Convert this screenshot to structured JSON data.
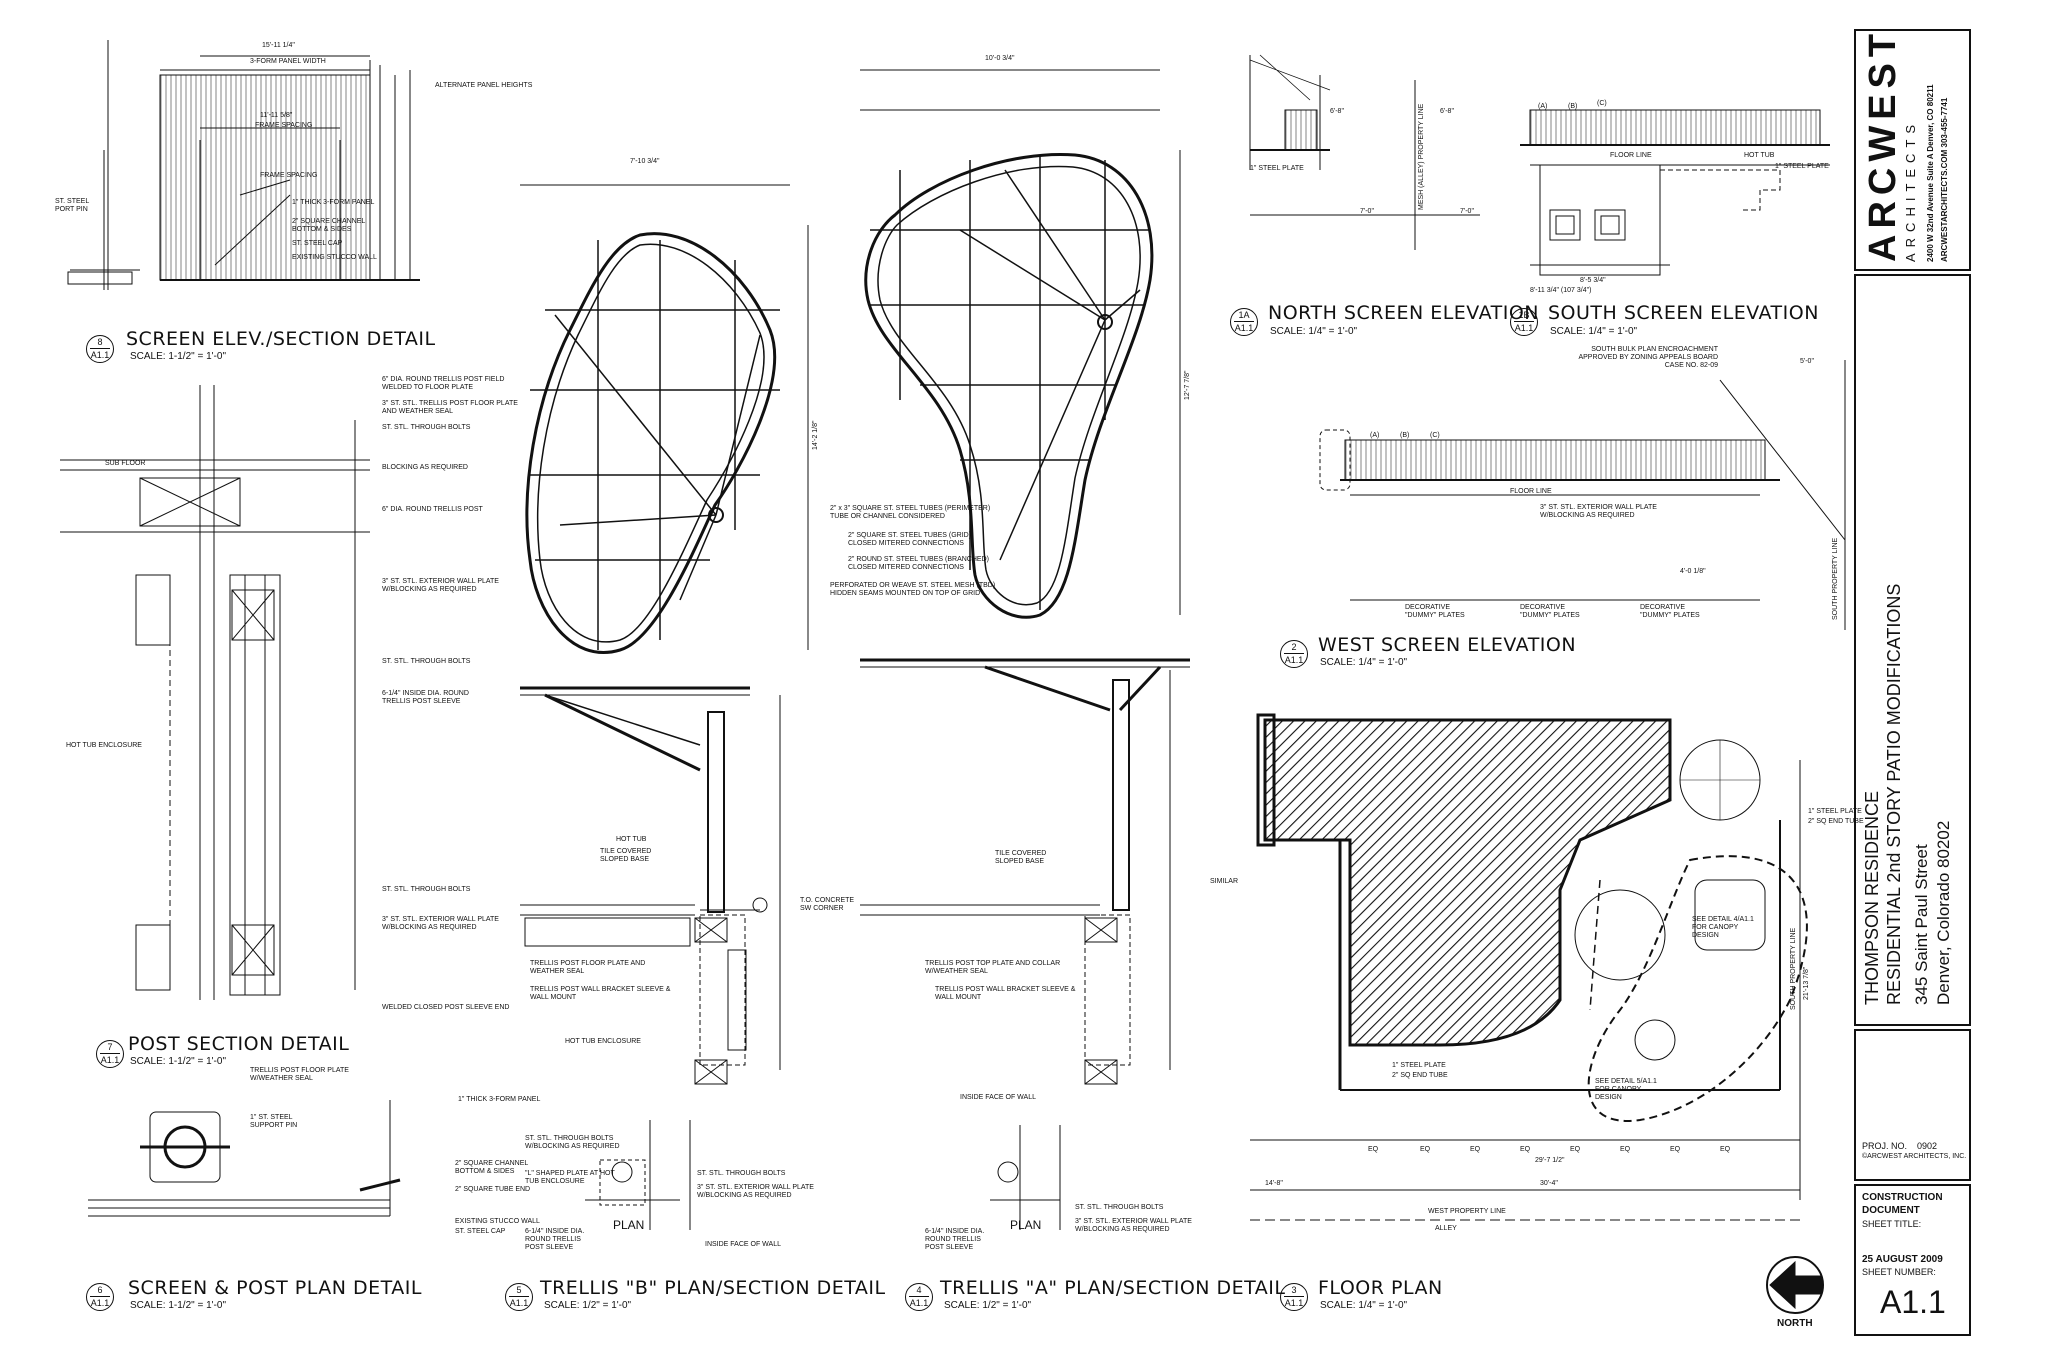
{
  "titleblock": {
    "firm_name": "ARCWEST",
    "firm_sub": "ARCHITECTS",
    "firm_address": "2400 W 32nd Avenue   Suite A   Denver, CO 80211",
    "firm_web": "ARCWESTARCHITECTS.COM   303-455-7741",
    "project_name": "THOMPSON RESIDENCE",
    "project_desc": "RESIDENTIAL 2nd STORY PATIO MODIFICATIONS",
    "address_1": "345 Saint Paul Street",
    "address_2": "Denver, Colorado 80202",
    "proj_no_label": "PROJ. NO.",
    "proj_no": "0902",
    "copyright": "©ARCWEST ARCHITECTS, INC.",
    "doc_type_1": "CONSTRUCTION",
    "doc_type_2": "DOCUMENT",
    "sheet_title_label": "SHEET TITLE:",
    "date": "25 AUGUST 2009",
    "sheet_number_label": "SHEET NUMBER:",
    "sheet_number": "A1.1",
    "north": "NORTH"
  },
  "details": [
    {
      "num": "8",
      "sheet": "A1.1",
      "title": "SCREEN ELEV./SECTION DETAIL",
      "scale": "SCALE:  1-1/2\" = 1'-0\""
    },
    {
      "num": "7",
      "sheet": "A1.1",
      "title": "POST SECTION DETAIL",
      "scale": "SCALE:  1-1/2\" = 1'-0\""
    },
    {
      "num": "6",
      "sheet": "A1.1",
      "title": "SCREEN & POST PLAN DETAIL",
      "scale": "SCALE:  1-1/2\" = 1'-0\""
    },
    {
      "num": "5",
      "sheet": "A1.1",
      "title": "TRELLIS \"B\" PLAN/SECTION DETAIL",
      "scale": "SCALE:  1/2\" = 1'-0\""
    },
    {
      "num": "4",
      "sheet": "A1.1",
      "title": "TRELLIS \"A\" PLAN/SECTION DETAIL",
      "scale": "SCALE:  1/2\" = 1'-0\""
    },
    {
      "num": "1A",
      "sheet": "A1.1",
      "title": "NORTH SCREEN ELEVATION",
      "scale": "SCALE:  1/4\" = 1'-0\""
    },
    {
      "num": "1B",
      "sheet": "A1.1",
      "title": "SOUTH SCREEN ELEVATION",
      "scale": "SCALE:  1/4\" = 1'-0\""
    },
    {
      "num": "2",
      "sheet": "A1.1",
      "title": "WEST SCREEN ELEVATION",
      "scale": "SCALE:  1/4\" = 1'-0\""
    },
    {
      "num": "3",
      "sheet": "A1.1",
      "title": "FLOOR PLAN",
      "scale": "SCALE:  1/4\" = 1'-0\""
    }
  ],
  "notes": {
    "screen_elev": [
      "3-FORM PANEL WIDTH",
      "ALTERNATE PANEL HEIGHTS",
      "FRAME SPACING",
      "FRAME SPACING",
      "1\" THICK 3-FORM PANEL",
      "2\" SQUARE CHANNEL BOTTOM & SIDES",
      "ST. STEEL CAP",
      "EXISTING STUCCO WALL",
      "ST. STEEL PORT PIN"
    ],
    "post_section": [
      "6\" DIA. ROUND TRELLIS POST FIELD WELDED TO FLOOR PLATE",
      "3\" ST. STL. TRELLIS POST FLOOR PLATE AND WEATHER SEAL",
      "ST. STL. THROUGH BOLTS",
      "SUB FLOOR",
      "BLOCKING AS REQUIRED",
      "6\" DIA. ROUND TRELLIS POST",
      "3\" ST. STL. EXTERIOR WALL PLATE W/BLOCKING AS REQUIRED",
      "ST. STL. THROUGH BOLTS",
      "6-1/4\" INSIDE DIA. ROUND TRELLIS POST SLEEVE",
      "HOT TUB ENCLOSURE",
      "ST. STL. THROUGH BOLTS",
      "3\" ST. STL. EXTERIOR WALL PLATE W/BLOCKING AS REQUIRED",
      "WELDED CLOSED POST SLEEVE END"
    ],
    "screen_post_plan": [
      "TRELLIS POST FLOOR PLATE W/WEATHER SEAL",
      "1\" ST. STEEL SUPPORT PIN",
      "1\" THICK 3-FORM PANEL",
      "2\" SQUARE CHANNEL BOTTOM & SIDES",
      "2\" SQUARE TUBE END",
      "EXISTING STUCCO WALL",
      "ST. STEEL CAP"
    ],
    "trellis_b": [
      "2\" x 3\" SQUARE ST. STEEL TUBES (PERIMETER) TUBE OR CHANNEL CONSIDERED",
      "2\" SQUARE ST. STEEL TUBES (GRID) CLOSED MITERED CONNECTIONS",
      "2\" ROUND ST. STEEL TUBES (BRANCHED) CLOSED MITERED CONNECTIONS",
      "PERFORATED OR WEAVE ST. STEEL MESH (TBD) HIDDEN SEAMS MOUNTED ON TOP OF GRID",
      "HOT TUB",
      "TILE COVERED SLOPED BASE",
      "T.O. CONCRETE SW CORNER",
      "TRELLIS POST FLOOR PLATE AND WEATHER SEAL",
      "TRELLIS POST WALL BRACKET SLEEVE & WALL MOUNT",
      "HOT TUB ENCLOSURE",
      "ST. STL. THROUGH BOLTS W/BLOCKING AS REQUIRED",
      "\"L\" SHAPED PLATE AT HOT TUB ENCLOSURE",
      "6-1/4\" INSIDE DIA. ROUND TRELLIS POST SLEEVE",
      "ST. STL. THROUGH BOLTS",
      "3\" ST. STL. EXTERIOR WALL PLATE W/BLOCKING AS REQUIRED",
      "INSIDE FACE OF WALL",
      "PLAN"
    ],
    "trellis_a": [
      "TILE COVERED SLOPED BASE",
      "SIMILAR",
      "TRELLIS POST TOP PLATE AND COLLAR W/WEATHER SEAL",
      "TRELLIS POST WALL BRACKET SLEEVE & WALL MOUNT",
      "INSIDE FACE OF WALL",
      "6-1/4\" INSIDE DIA. ROUND TRELLIS POST SLEEVE",
      "ST. STL. THROUGH BOLTS",
      "3\" ST. STL. EXTERIOR WALL PLATE W/BLOCKING AS REQUIRED",
      "PLAN"
    ],
    "elevations": [
      "1\" STEEL PLATE",
      "MESH (ALLEY) PROPERTY LINE",
      "FLOOR LINE",
      "HOT TUB",
      "1\" STEEL PLATE",
      "SOUTH BULK PLAN ENCROACHMENT APPROVED BY ZONING APPEALS BOARD CASE NO. 82-09",
      "FLOOR LINE",
      "3\" ST. STL. EXTERIOR WALL PLATE W/BLOCKING AS REQUIRED",
      "DECORATIVE \"DUMMY\" PLATES",
      "DECORATIVE \"DUMMY\" PLATES",
      "DECORATIVE \"DUMMY\" PLATES",
      "SOUTH PROPERTY LINE"
    ],
    "floor_plan": [
      "1\" STEEL PLATE",
      "2\" SQ END TUBE",
      "SEE DETAIL 4/A1.1 FOR CANOPY DESIGN",
      "SEE DETAIL 5/A1.1 FOR CANOPY DESIGN",
      "1\" STEEL PLATE",
      "2\" SQ END TUBE",
      "SOUTH PROPERTY LINE",
      "WEST PROPERTY LINE",
      "ALLEY"
    ]
  },
  "panel_letters": [
    "(A)",
    "(B)",
    "(C)"
  ],
  "floor_eq": "EQ",
  "dims": {
    "screen_top": "15'-11 1/4\"",
    "screen_frame": "11'-11 5/8\"",
    "trellis_b_width": "7'-10 3/4\"",
    "trellis_a_width": "10'-0 3/4\"",
    "trellis_b_height": "14'-2 1/8\"",
    "trellis_a_height": "12'-7 7/8\"",
    "south_width": "8'-11 3/4\" (107 3/4\")",
    "south_sub": "8'-5 3/4\"",
    "floor_total": "30'-4\"",
    "floor_sub": "29'-7 1/2\"",
    "floor_left": "14'-8\"",
    "floor_side": "21'-13 7/8\"",
    "north_1": "6'-8\"",
    "north_2": "6'-8\"",
    "north_3": "7'-0\"",
    "north_4": "7'-0\"",
    "west_1": "5'-0\"",
    "west_2": "4'-0 1/8\""
  }
}
